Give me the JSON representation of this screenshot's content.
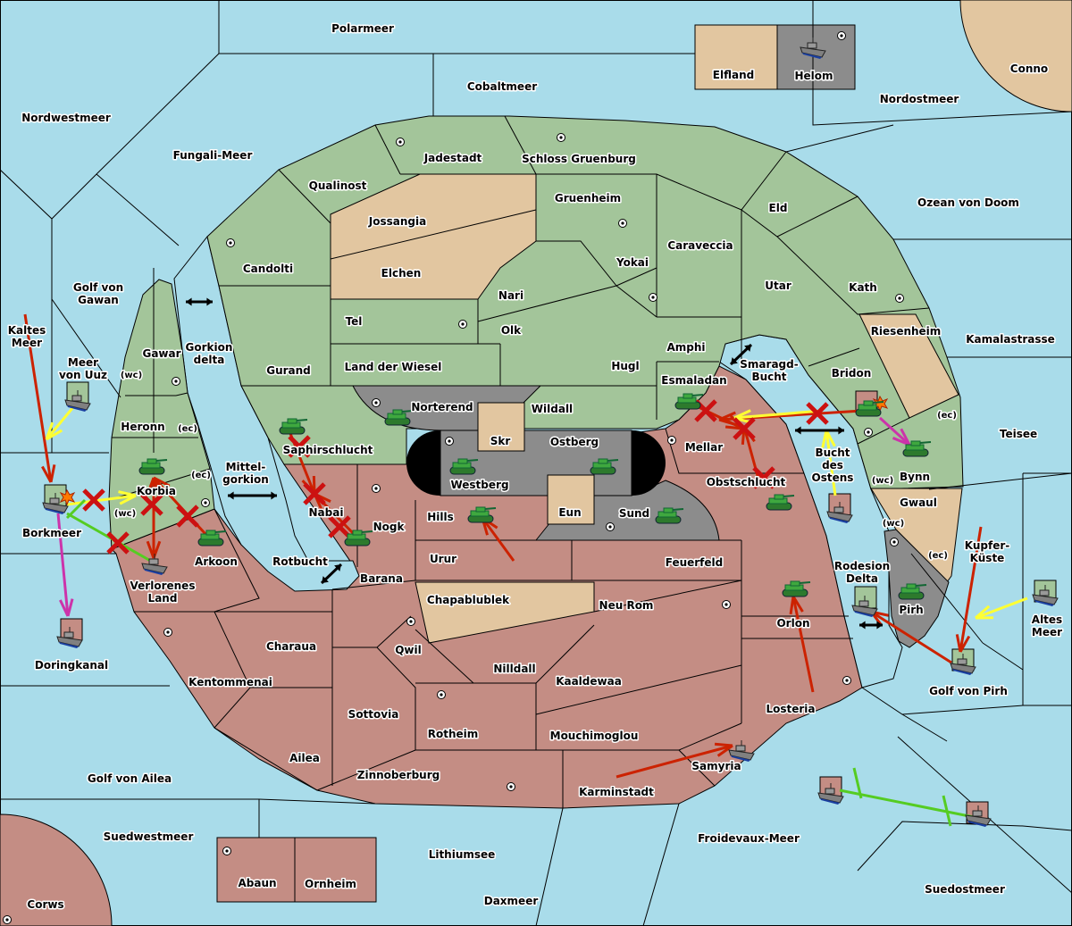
{
  "colors": {
    "sea": "#a9dcea",
    "land_green": "#a3c59a",
    "land_red": "#c48d84",
    "land_tan": "#e2c6a0",
    "land_gray": "#8c8c8c",
    "order_move": "#cc2200",
    "order_support": "#ffff33",
    "order_convoy": "#55cc22",
    "order_retreat": "#cc33aa"
  },
  "map": {
    "seas": [
      "Polarmeer",
      "Cobaltmeer",
      "Nordwestmeer",
      "Fungali-Meer",
      "Nordostmeer",
      "Ozean von Doom",
      "Kamalastrasse",
      "Teisee",
      "Golf von|Gawan",
      "Kaltes|Meer",
      "Meer|von Uuz",
      "Gorkion|delta",
      "Mittel-|gorkion",
      "Borkmeer",
      "Rotbucht",
      "Smaragd-|Bucht",
      "Bucht|des|Ostens",
      "Rodesion|Delta",
      "Kupfer-|Küste",
      "Altes|Meer",
      "Golf von Pirh",
      "Doringkanal",
      "Golf von Ailea",
      "Suedwestmeer",
      "Lithiumsee",
      "Daxmeer",
      "Froidevaux-Meer",
      "Suedostmeer"
    ],
    "lands": [
      "Jadestadt",
      "Schloss Gruenburg",
      "Qualinost",
      "Gruenheim",
      "Eld",
      "Jossangia",
      "Caraveccia",
      "Candolti",
      "Yokai",
      "Elchen",
      "Utar",
      "Kath",
      "Nari",
      "Tel",
      "Olk",
      "Riesenheim",
      "Amphi",
      "Land der Wiesel",
      "Hugl",
      "Gurand",
      "Gawar",
      "Bridon",
      "Esmaladan",
      "Norterend",
      "Wildall",
      "Heronn",
      "Skr",
      "Ostberg",
      "Mellar",
      "Saphirschlucht",
      "Bynn",
      "Westberg",
      "Korbia",
      "Obstschlucht",
      "Gwaul",
      "Nabai",
      "Eun",
      "Hills",
      "Sund",
      "Nogk",
      "Arkoon",
      "Urur",
      "Feuerfeld",
      "Pirh",
      "Barana",
      "Verlorenes|Land",
      "Chapablublek",
      "Neu Rom",
      "Orlon",
      "Charaua",
      "Qwil",
      "Nilldall",
      "Kaaldewaa",
      "Kentommenai",
      "Losteria",
      "Sottovia",
      "Rotheim",
      "Mouchimoglou",
      "Ailea",
      "Samyria",
      "Zinnoberburg",
      "Karminstadt",
      "Abaun",
      "Ornheim",
      "Corws",
      "Conno",
      "Elfland",
      "Helom"
    ],
    "coasts": [
      "(wc)",
      "(ec)",
      "(ec)",
      "(wc)",
      "(ec)",
      "(wc)",
      "(wc)",
      "(ec)"
    ]
  },
  "units": [
    {
      "type": "army",
      "color": "#3fa83f"
    },
    {
      "type": "army",
      "color": "#3fa83f"
    },
    {
      "type": "army",
      "color": "#3fa83f"
    },
    {
      "type": "army",
      "color": "#3fa83f"
    },
    {
      "type": "army",
      "color": "#3fa83f"
    },
    {
      "type": "army",
      "color": "#3fa83f"
    },
    {
      "type": "army",
      "color": "#3fa83f"
    },
    {
      "type": "army",
      "color": "#3fa83f"
    },
    {
      "type": "army",
      "color": "#3fa83f"
    },
    {
      "type": "army",
      "color": "#3fa83f"
    },
    {
      "type": "army",
      "color": "#3fa83f"
    },
    {
      "type": "army",
      "color": "#3fa83f"
    },
    {
      "type": "army",
      "color": "#3fa83f"
    },
    {
      "type": "army",
      "color": "#3fa83f"
    },
    {
      "type": "army",
      "color": "#3fa83f"
    },
    {
      "type": "fleet",
      "color": "#1a3fa0"
    },
    {
      "type": "fleet",
      "color": "#1a3fa0"
    },
    {
      "type": "fleet",
      "color": "#1a3fa0"
    },
    {
      "type": "fleet",
      "color": "#1a3fa0"
    },
    {
      "type": "fleet",
      "color": "#1a3fa0"
    },
    {
      "type": "fleet",
      "color": "#1a3fa0"
    },
    {
      "type": "fleet",
      "color": "#1a3fa0"
    },
    {
      "type": "fleet",
      "color": "#1a3fa0"
    },
    {
      "type": "fleet",
      "color": "#1a3fa0"
    },
    {
      "type": "fleet",
      "color": "#1a3fa0"
    },
    {
      "type": "fleet",
      "color": "#1a3fa0"
    },
    {
      "type": "fleet",
      "color": "#1a3fa0"
    }
  ]
}
